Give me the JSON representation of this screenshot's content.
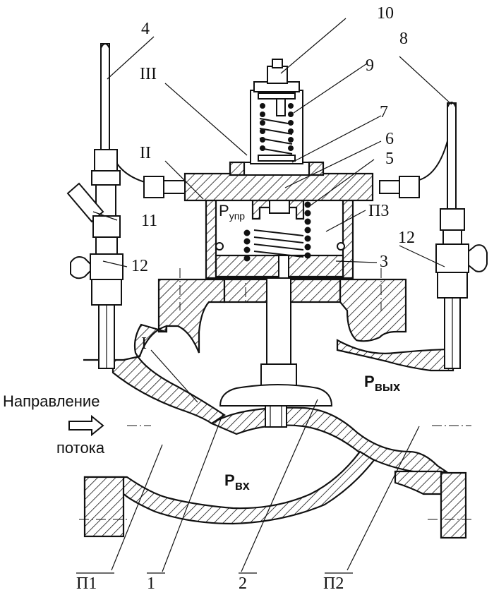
{
  "diagram": {
    "labels": {
      "n1": "1",
      "n2": "2",
      "n3": "3",
      "n4": "4",
      "n5": "5",
      "n6": "6",
      "n7": "7",
      "n8": "8",
      "n9": "9",
      "n10": "10",
      "n11": "11",
      "n12a": "12",
      "n12b": "12",
      "roman1": "I",
      "roman2": "II",
      "roman3": "III",
      "p1": "П1",
      "p2": "П2",
      "p3": "П3"
    },
    "flow_text_line1": "Направление",
    "flow_text_line2": "потока",
    "pressure_in": "P",
    "pressure_in_sub": "вх",
    "pressure_out": "P",
    "pressure_out_sub": "вых",
    "pressure_ctrl": "P",
    "pressure_ctrl_sub": "упр"
  }
}
